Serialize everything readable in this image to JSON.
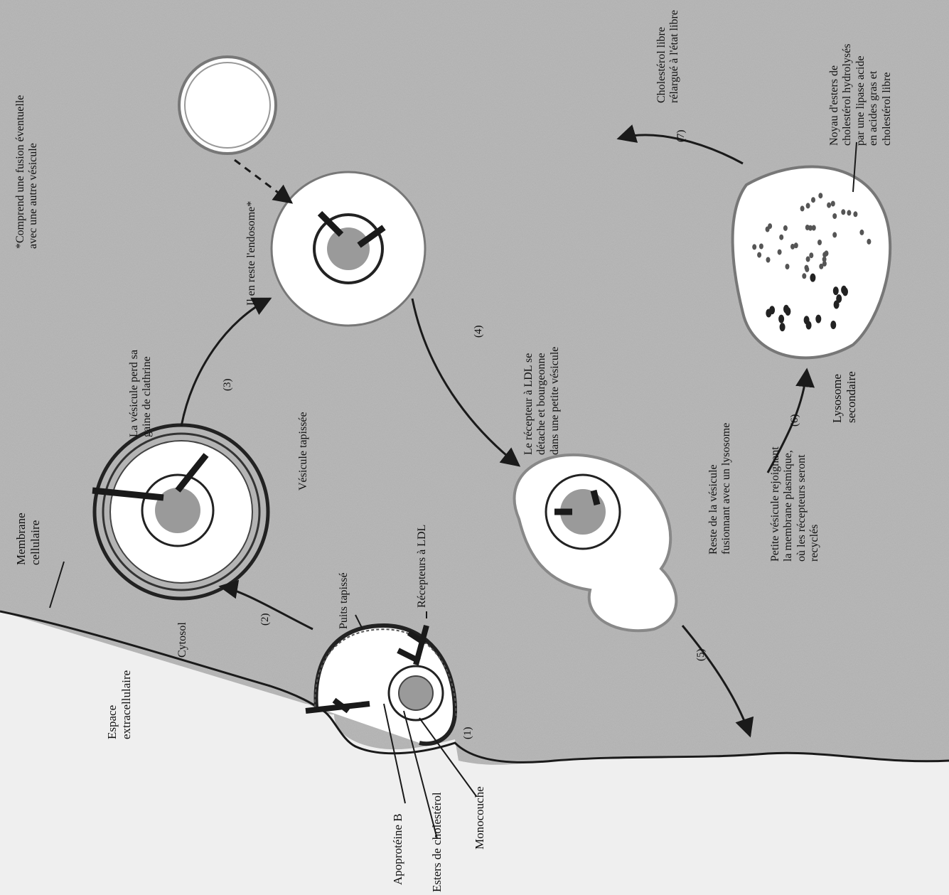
{
  "labels": {
    "membrane": "Membrane\ncellulaire",
    "extracellular": "Espace\nextracellulaire",
    "cytosol": "Cytosol",
    "coated_pit": "Puits tapissé",
    "ldl_receptor": "Récepteurs à LDL",
    "apoprotein": "Apoprotéine B",
    "cholesterol_esters": "Esters de cholestérol",
    "monolayer": "Monocouche",
    "coated_vesicle": "Vésicule tapissée",
    "loses_clathrin": "La vésicule perd sa\ngaine de clathrine",
    "endosome": "Il en reste l'endosome*",
    "endosome_note": "*Comprend une fusion éventuelle\navec une autre vésicule",
    "receptor_detach": "Le récepteur à LDL se\ndétache et bourgeonne\ndans une petite vésicule",
    "small_vesicle": "Petite vésicule rejoignant\nla membrane plasmique,\noù les récepteurs seront\nrecyclés",
    "vesicle_rest": "Reste de la vésicule\nfusionnant avec un lysosome",
    "lysosome": "Lysosome\nsecondaire",
    "hydrolyzed": "Noyau d'esters de\ncholestérol hydrolysés\npar une lipase acide\nen acides gras et\ncholestérol libre",
    "free_cholesterol": "Cholestérol libre\nrélargué à l'état libre"
  },
  "steps": [
    "(1)",
    "(2)",
    "(3)",
    "(4)",
    "(5)",
    "(6)",
    "(7)"
  ],
  "colors": {
    "cytosol": "#b4b4b4",
    "extracellular": "#efefef",
    "vesicle": "#ffffff",
    "clathrin": "#2e2e2e",
    "particle": "#9a9a9a",
    "ink": "#1a1a1a"
  }
}
